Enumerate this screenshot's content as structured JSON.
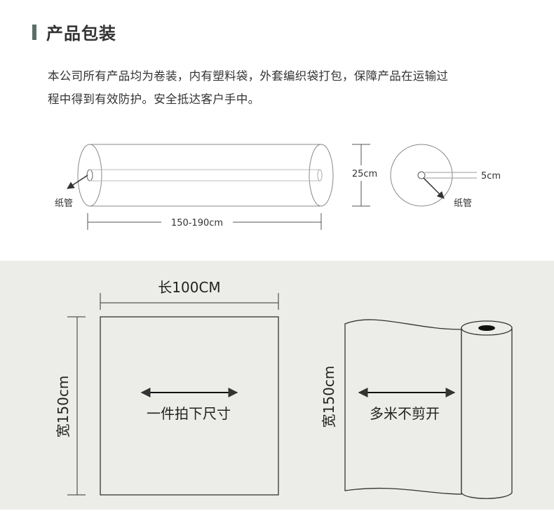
{
  "section": {
    "title": "产品包装",
    "description_line1": "本公司所有产品均为卷装，内有塑料袋，外套编织袋打包，保障产品在运输过",
    "description_line2": "程中得到有效防护。安全抵达客户手中。"
  },
  "roll_diagram": {
    "paper_tube_label": "纸管",
    "length_label": "150-190cm",
    "diameter_label": "25cm",
    "core_label": "5cm",
    "end_paper_tube_label": "纸管"
  },
  "sheet_diagram": {
    "length_label": "长100CM",
    "width_label": "宽150cm",
    "instruction": "一件拍下尺寸"
  },
  "roll_sheet_diagram": {
    "width_label": "宽150cm",
    "instruction": "多米不剪开"
  },
  "colors": {
    "accent_bar": "#5c6f68",
    "bottom_background": "#ecede8",
    "line": "#333333"
  }
}
